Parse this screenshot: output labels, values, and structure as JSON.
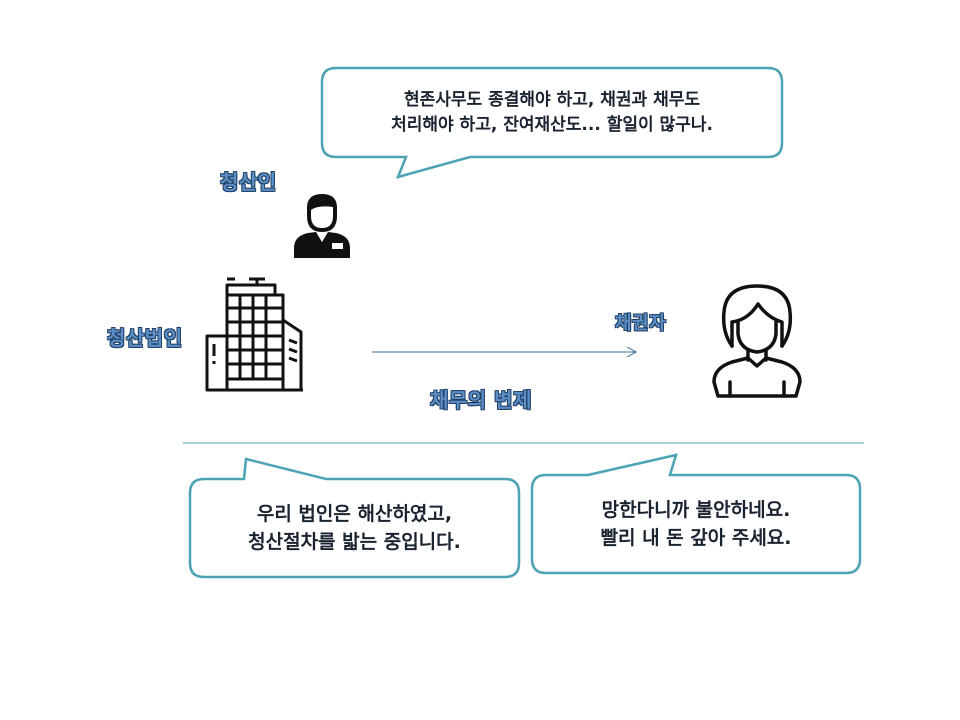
{
  "bubbles": {
    "top": "현존사무도 종결해야 하고, 채권과 채무도\n처리해야 하고, 잔여재산도... 할일이 많구나.",
    "bottom_left": "우리 법인은 해산하였고,\n청산절차를 밟는 중입니다.",
    "bottom_right": "망한다니까 불안하네요.\n빨리 내 돈 갚아 주세요."
  },
  "labels": {
    "liquidator": "청산인",
    "corporation": "청산법인",
    "creditor": "채권자",
    "repayment": "채무의 변제"
  },
  "icons": {
    "liquidator": "businessman-icon",
    "corporation": "office-building-icon",
    "creditor": "woman-icon"
  },
  "colors": {
    "bubble_border": "#4ba3b3",
    "arrow": "#3a6e9a",
    "divider": "#4ba3b3",
    "label_fill": "#5b8fc6",
    "label_outline": "#1f3f66"
  }
}
